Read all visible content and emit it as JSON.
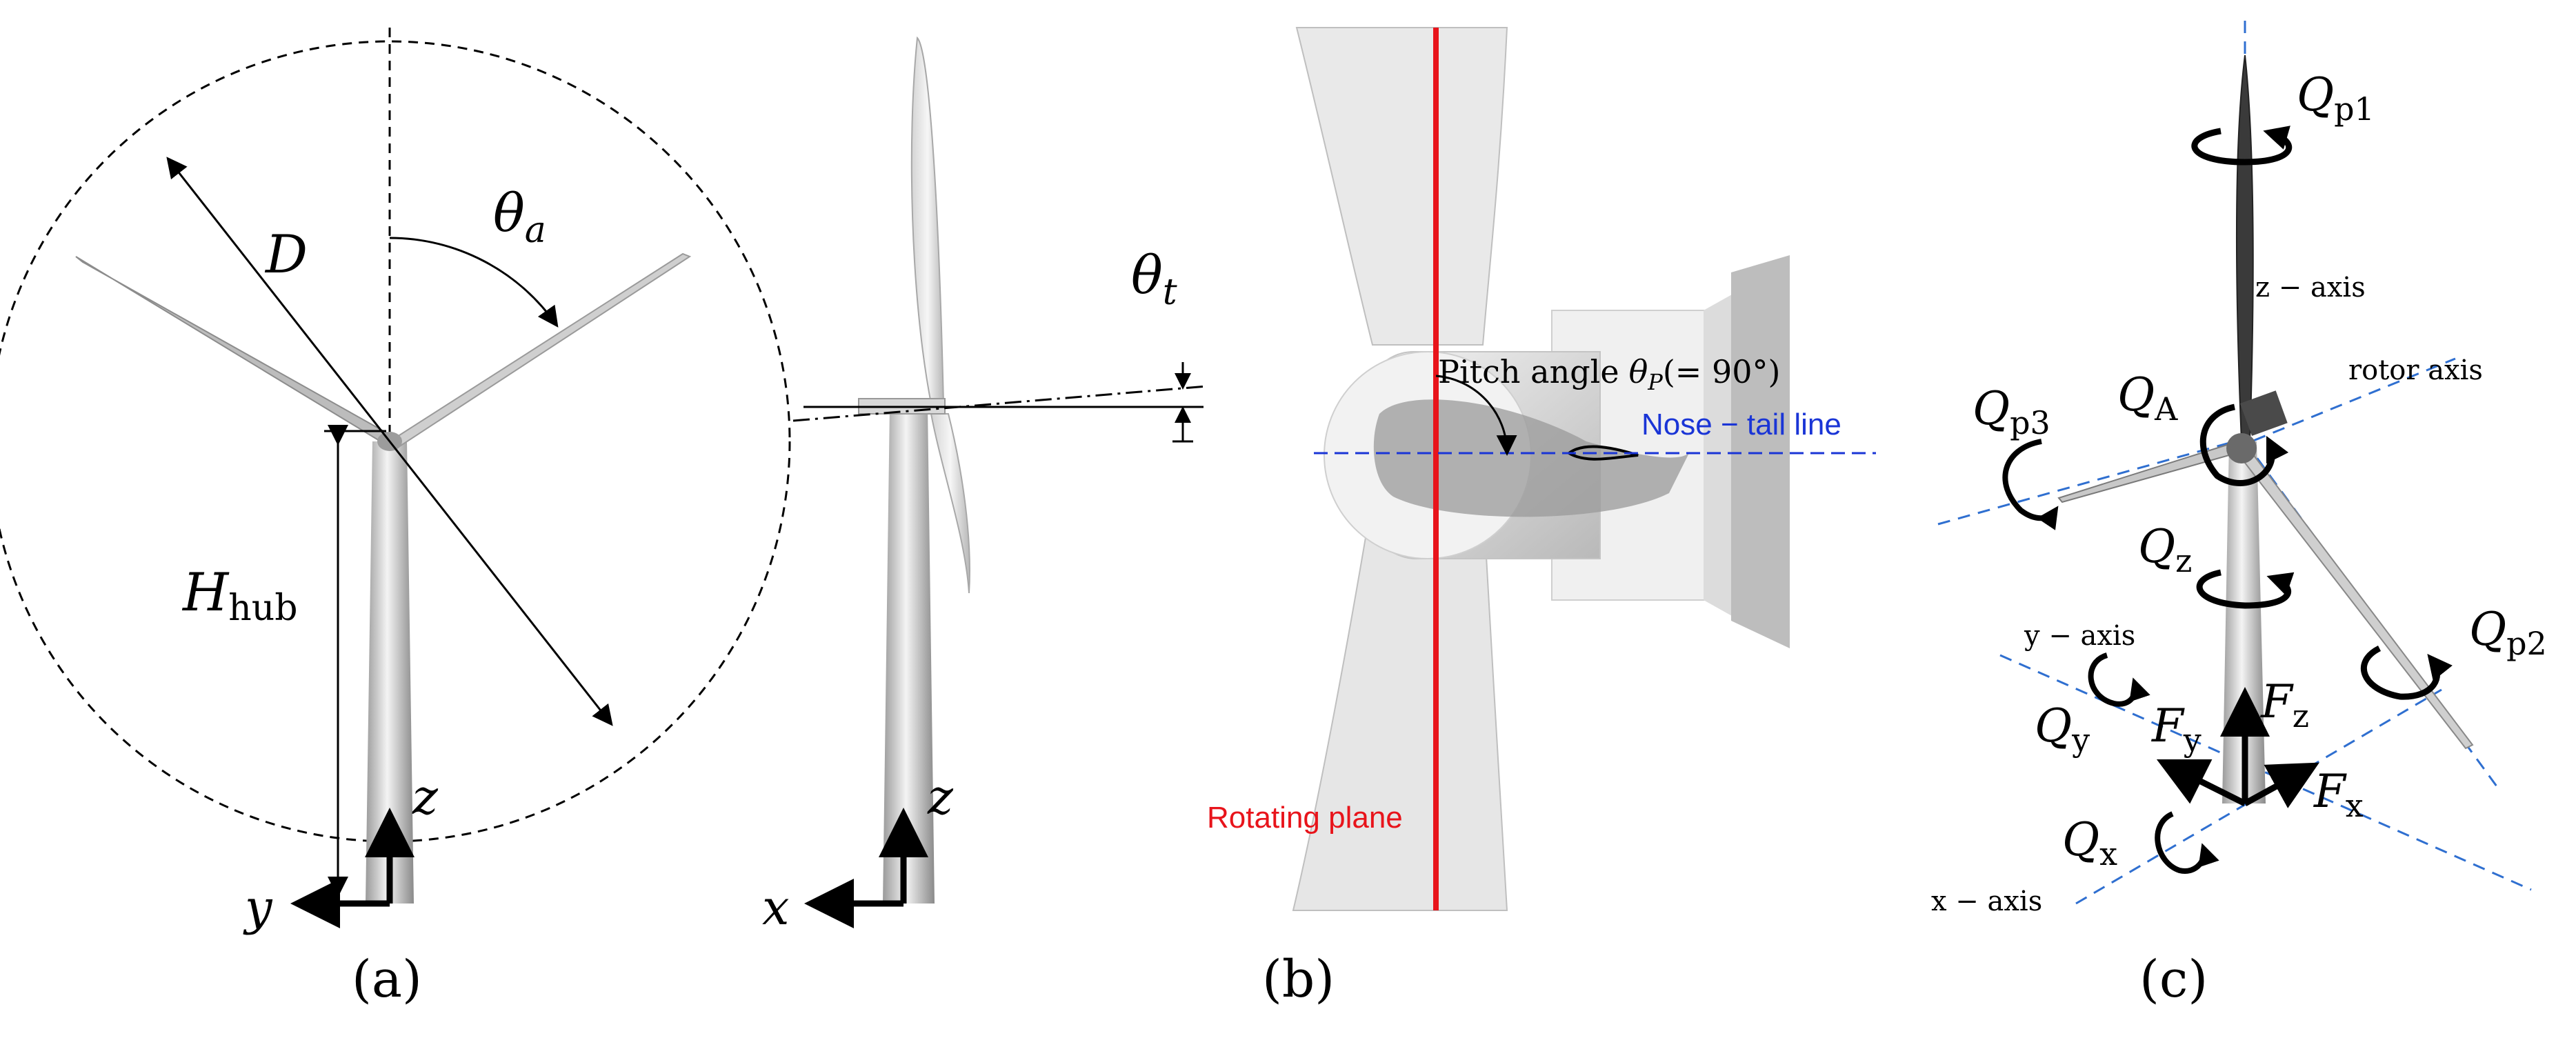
{
  "panels": {
    "a": {
      "caption": "(a)",
      "labels": {
        "D": "D",
        "theta_a": "θ",
        "theta_a_sub": "a",
        "H": "H",
        "H_sub": "hub",
        "z": "z",
        "y": "y"
      }
    },
    "side": {
      "labels": {
        "theta_t": "θ",
        "theta_t_sub": "t",
        "z": "z",
        "x": "x"
      }
    },
    "b": {
      "caption": "(b)",
      "labels": {
        "pitch": "Pitch angle",
        "pitch_sym": "θ",
        "pitch_sub": "P",
        "pitch_val": "(= 90°)",
        "nose_tail": "Nose − tail line",
        "rotating_plane": "Rotating plane"
      },
      "colors": {
        "rotating_plane": "#e8141b",
        "nose_tail": "#1a35d6"
      }
    },
    "c": {
      "caption": "(c)",
      "labels": {
        "Qp1": "Q",
        "Qp1_sub": "p1",
        "Qp2": "Q",
        "Qp2_sub": "p2",
        "Qp3": "Q",
        "Qp3_sub": "p3",
        "QA": "Q",
        "QA_sub": "A",
        "Qz": "Q",
        "Qz_sub": "z",
        "Qy": "Q",
        "Qy_sub": "y",
        "Qx": "Q",
        "Qx_sub": "x",
        "Fz": "F",
        "Fz_sub": "z",
        "Fy": "F",
        "Fy_sub": "y",
        "Fx": "F",
        "Fx_sub": "x",
        "z_axis": "z − axis",
        "y_axis": "y − axis",
        "x_axis": "x − axis",
        "rotor_axis": "rotor axis"
      },
      "colors": {
        "axes": "#2f6fd0"
      }
    }
  }
}
